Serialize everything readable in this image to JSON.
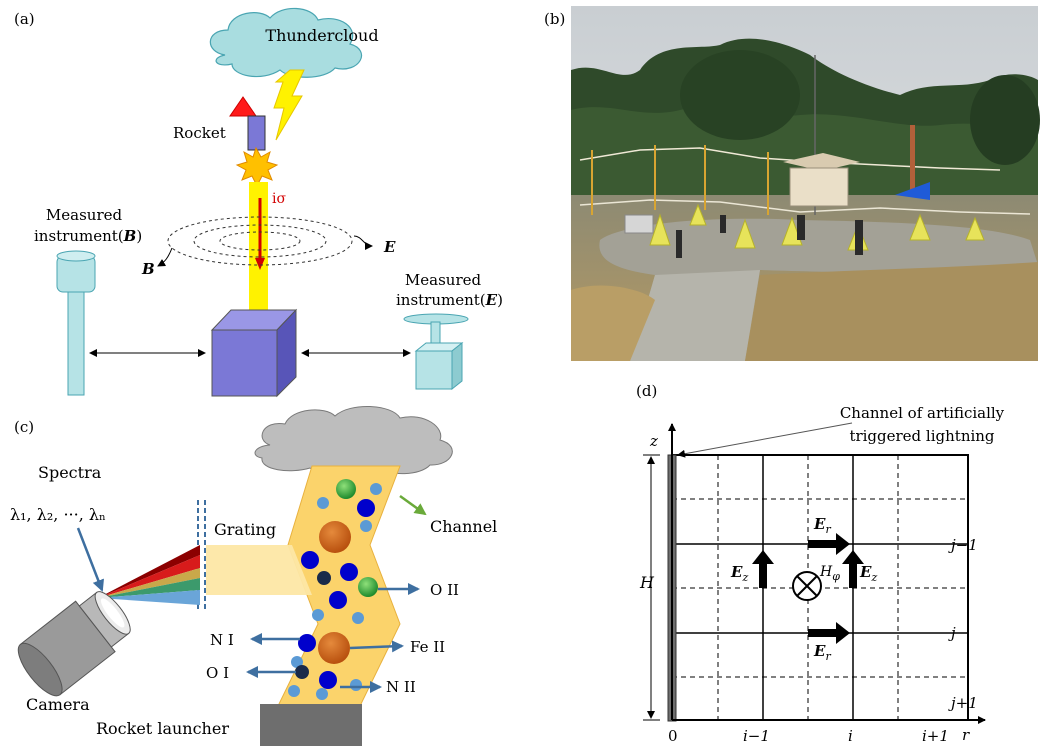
{
  "panel_a": {
    "label": "(a)",
    "cloud": "Thundercloud",
    "rocket": "Rocket",
    "current": "iσ",
    "instrument_b_line1": "Measured",
    "instrument_b_line2": "instrument(",
    "instrument_b_sym": "B",
    "instrument_b_close": ")",
    "instrument_e_line1": "Measured",
    "instrument_e_line2": "instrument(",
    "instrument_e_sym": "E",
    "instrument_e_close": ")",
    "field_b": "B",
    "field_e": "E"
  },
  "panel_b": {
    "label": "(b)"
  },
  "panel_c": {
    "label": "(c)",
    "spectra": "Spectra",
    "lambdas": "λ₁, λ₂, ···, λₙ",
    "grating": "Grating",
    "channel": "Channel",
    "camera": "Camera",
    "launcher": "Rocket launcher",
    "species": {
      "o2": "O II",
      "n1": "N I",
      "fe2": "Fe II",
      "o1": "O I",
      "n2": "N II"
    }
  },
  "panel_d": {
    "label": "(d)",
    "channel_line1": "Channel of artificially",
    "channel_line2": "triggered lightning",
    "axis_z": "z",
    "axis_r": "r",
    "height": "H",
    "er_top": "E",
    "er_sub": "r",
    "ez_left": "E",
    "ez_right": "E",
    "ez_sub": "z",
    "h_phi": "H",
    "h_sub": "φ",
    "er_bottom": "E",
    "rows": [
      "j−1",
      "j",
      "j+1"
    ],
    "cols": [
      "0",
      "i−1",
      "i",
      "i+1"
    ]
  },
  "colors": {
    "channel_yellow": "#fff200",
    "box_purple": "#7b78d6",
    "instrument_cyan": "#b6e3e6",
    "cloud": "#a9dde0",
    "arrow_blue": "#3e6fa0",
    "grey_cloud": "#bdbdbd"
  }
}
